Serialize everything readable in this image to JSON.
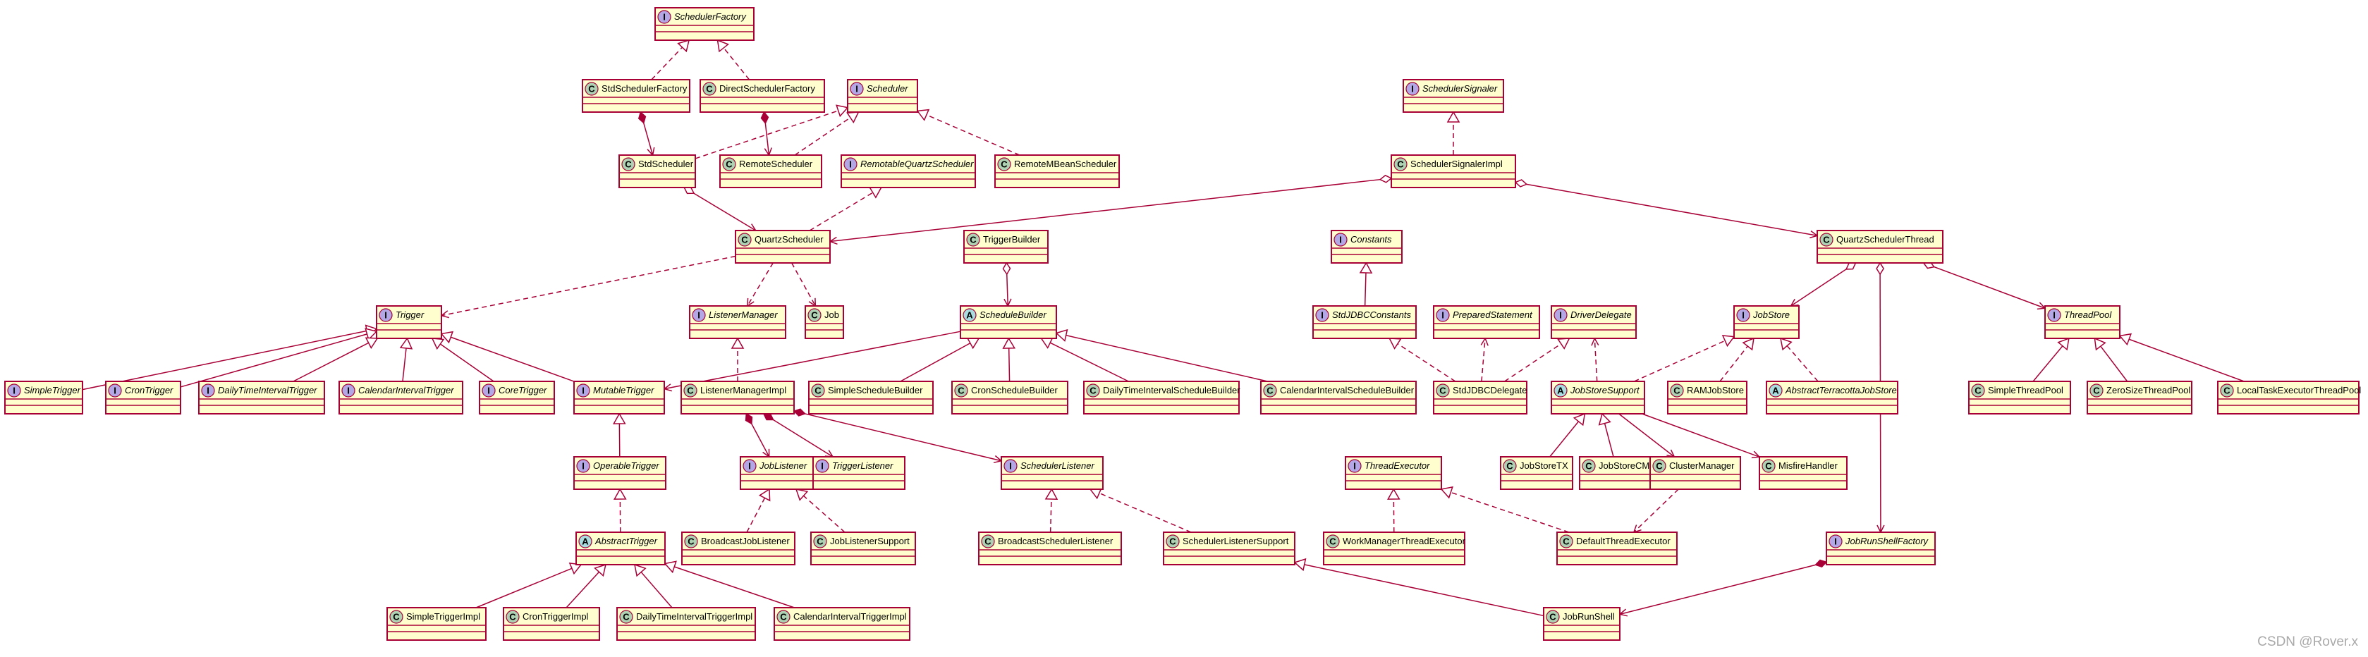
{
  "watermark": "CSDN @Rover.x",
  "colors": {
    "box_fill": "#FEFECE",
    "border": "#A80036",
    "class_circle": "#ADD1B2",
    "interface_circle": "#B4A7E5",
    "abstract_circle": "#A9DCDF"
  },
  "nodes": [
    {
      "id": "SchedulerFactory",
      "label": "SchedulerFactory",
      "kind": "I"
    },
    {
      "id": "StdSchedulerFactory",
      "label": "StdSchedulerFactory",
      "kind": "C"
    },
    {
      "id": "DirectSchedulerFactory",
      "label": "DirectSchedulerFactory",
      "kind": "C"
    },
    {
      "id": "Scheduler",
      "label": "Scheduler",
      "kind": "I"
    },
    {
      "id": "StdScheduler",
      "label": "StdScheduler",
      "kind": "C"
    },
    {
      "id": "RemoteScheduler",
      "label": "RemoteScheduler",
      "kind": "C"
    },
    {
      "id": "RemotableQuartzScheduler",
      "label": "RemotableQuartzScheduler",
      "kind": "I"
    },
    {
      "id": "RemoteMBeanScheduler",
      "label": "RemoteMBeanScheduler",
      "kind": "C"
    },
    {
      "id": "SchedulerSignaler",
      "label": "SchedulerSignaler",
      "kind": "I"
    },
    {
      "id": "SchedulerSignalerImpl",
      "label": "SchedulerSignalerImpl",
      "kind": "C"
    },
    {
      "id": "QuartzScheduler",
      "label": "QuartzScheduler",
      "kind": "C"
    },
    {
      "id": "TriggerBuilder",
      "label": "TriggerBuilder",
      "kind": "C"
    },
    {
      "id": "QuartzSchedulerThread",
      "label": "QuartzSchedulerThread",
      "kind": "C"
    },
    {
      "id": "Constants",
      "label": "Constants",
      "kind": "I"
    },
    {
      "id": "Trigger",
      "label": "Trigger",
      "kind": "I"
    },
    {
      "id": "ListenerManager",
      "label": "ListenerManager",
      "kind": "I"
    },
    {
      "id": "Job",
      "label": "Job",
      "kind": "C"
    },
    {
      "id": "ScheduleBuilder",
      "label": "ScheduleBuilder",
      "kind": "A"
    },
    {
      "id": "StdJDBCConstants",
      "label": "StdJDBCConstants",
      "kind": "I"
    },
    {
      "id": "PreparedStatement",
      "label": "PreparedStatement",
      "kind": "I"
    },
    {
      "id": "DriverDelegate",
      "label": "DriverDelegate",
      "kind": "I"
    },
    {
      "id": "JobStore",
      "label": "JobStore",
      "kind": "I"
    },
    {
      "id": "ThreadPool",
      "label": "ThreadPool",
      "kind": "I"
    },
    {
      "id": "SimpleTrigger",
      "label": "SimpleTrigger",
      "kind": "I"
    },
    {
      "id": "CronTrigger",
      "label": "CronTrigger",
      "kind": "I"
    },
    {
      "id": "DailyTimeIntervalTrigger",
      "label": "DailyTimeIntervalTrigger",
      "kind": "I"
    },
    {
      "id": "CalendarIntervalTrigger",
      "label": "CalendarIntervalTrigger",
      "kind": "I"
    },
    {
      "id": "CoreTrigger",
      "label": "CoreTrigger",
      "kind": "I"
    },
    {
      "id": "MutableTrigger",
      "label": "MutableTrigger",
      "kind": "I"
    },
    {
      "id": "ListenerManagerImpl",
      "label": "ListenerManagerImpl",
      "kind": "C"
    },
    {
      "id": "SimpleScheduleBuilder",
      "label": "SimpleScheduleBuilder",
      "kind": "C"
    },
    {
      "id": "CronScheduleBuilder",
      "label": "CronScheduleBuilder",
      "kind": "C"
    },
    {
      "id": "DailyTimeIntervalScheduleBuilder",
      "label": "DailyTimeIntervalScheduleBuilder",
      "kind": "C"
    },
    {
      "id": "CalendarIntervalScheduleBuilder",
      "label": "CalendarIntervalScheduleBuilder",
      "kind": "C"
    },
    {
      "id": "StdJDBCDelegate",
      "label": "StdJDBCDelegate",
      "kind": "C"
    },
    {
      "id": "JobStoreSupport",
      "label": "JobStoreSupport",
      "kind": "A"
    },
    {
      "id": "RAMJobStore",
      "label": "RAMJobStore",
      "kind": "C"
    },
    {
      "id": "AbstractTerracottaJobStore",
      "label": "AbstractTerracottaJobStore",
      "kind": "A"
    },
    {
      "id": "SimpleThreadPool",
      "label": "SimpleThreadPool",
      "kind": "C"
    },
    {
      "id": "ZeroSizeThreadPool",
      "label": "ZeroSizeThreadPool",
      "kind": "C"
    },
    {
      "id": "LocalTaskExecutorThreadPool",
      "label": "LocalTaskExecutorThreadPool",
      "kind": "C"
    },
    {
      "id": "OperableTrigger",
      "label": "OperableTrigger",
      "kind": "I"
    },
    {
      "id": "JobListener",
      "label": "JobListener",
      "kind": "I"
    },
    {
      "id": "TriggerListener",
      "label": "TriggerListener",
      "kind": "I"
    },
    {
      "id": "SchedulerListener",
      "label": "SchedulerListener",
      "kind": "I"
    },
    {
      "id": "ThreadExecutor",
      "label": "ThreadExecutor",
      "kind": "I"
    },
    {
      "id": "JobStoreTX",
      "label": "JobStoreTX",
      "kind": "C"
    },
    {
      "id": "JobStoreCMT",
      "label": "JobStoreCMT",
      "kind": "C"
    },
    {
      "id": "ClusterManager",
      "label": "ClusterManager",
      "kind": "C"
    },
    {
      "id": "MisfireHandler",
      "label": "MisfireHandler",
      "kind": "C"
    },
    {
      "id": "AbstractTrigger",
      "label": "AbstractTrigger",
      "kind": "A"
    },
    {
      "id": "BroadcastJobListener",
      "label": "BroadcastJobListener",
      "kind": "C"
    },
    {
      "id": "JobListenerSupport",
      "label": "JobListenerSupport",
      "kind": "C"
    },
    {
      "id": "BroadcastSchedulerListener",
      "label": "BroadcastSchedulerListener",
      "kind": "C"
    },
    {
      "id": "SchedulerListenerSupport",
      "label": "SchedulerListenerSupport",
      "kind": "C"
    },
    {
      "id": "WorkManagerThreadExecutor",
      "label": "WorkManagerThreadExecutor",
      "kind": "C"
    },
    {
      "id": "DefaultThreadExecutor",
      "label": "DefaultThreadExecutor",
      "kind": "C"
    },
    {
      "id": "JobRunShellFactory",
      "label": "JobRunShellFactory",
      "kind": "I"
    },
    {
      "id": "SimpleTriggerImpl",
      "label": "SimpleTriggerImpl",
      "kind": "C"
    },
    {
      "id": "CronTriggerImpl",
      "label": "CronTriggerImpl",
      "kind": "C"
    },
    {
      "id": "DailyTimeIntervalTriggerImpl",
      "label": "DailyTimeIntervalTriggerImpl",
      "kind": "C"
    },
    {
      "id": "CalendarIntervalTriggerImpl",
      "label": "CalendarIntervalTriggerImpl",
      "kind": "C"
    },
    {
      "id": "JobRunShell",
      "label": "JobRunShell",
      "kind": "C"
    }
  ],
  "edges": [
    {
      "from": "StdSchedulerFactory",
      "to": "SchedulerFactory",
      "type": "realization"
    },
    {
      "from": "DirectSchedulerFactory",
      "to": "SchedulerFactory",
      "type": "realization"
    },
    {
      "from": "StdScheduler",
      "to": "Scheduler",
      "type": "realization"
    },
    {
      "from": "RemoteScheduler",
      "to": "Scheduler",
      "type": "realization"
    },
    {
      "from": "RemoteMBeanScheduler",
      "to": "Scheduler",
      "type": "realization"
    },
    {
      "from": "SchedulerSignalerImpl",
      "to": "SchedulerSignaler",
      "type": "realization"
    },
    {
      "from": "StdSchedulerFactory",
      "to": "StdScheduler",
      "type": "composition"
    },
    {
      "from": "DirectSchedulerFactory",
      "to": "RemoteScheduler",
      "type": "composition"
    },
    {
      "from": "StdScheduler",
      "to": "QuartzScheduler",
      "type": "aggregation"
    },
    {
      "from": "QuartzScheduler",
      "to": "RemotableQuartzScheduler",
      "type": "realization"
    },
    {
      "from": "SchedulerSignalerImpl",
      "to": "QuartzScheduler",
      "type": "aggregation"
    },
    {
      "from": "SchedulerSignalerImpl",
      "to": "QuartzSchedulerThread",
      "type": "aggregation"
    },
    {
      "from": "QuartzScheduler",
      "to": "Trigger",
      "type": "dependency"
    },
    {
      "from": "QuartzScheduler",
      "to": "ListenerManager",
      "type": "dependency"
    },
    {
      "from": "QuartzScheduler",
      "to": "Job",
      "type": "dependency"
    },
    {
      "from": "TriggerBuilder",
      "to": "ScheduleBuilder",
      "type": "aggregation"
    },
    {
      "from": "StdJDBCConstants",
      "to": "Constants",
      "type": "generalization"
    },
    {
      "from": "StdJDBCDelegate",
      "to": "StdJDBCConstants",
      "type": "realization"
    },
    {
      "from": "StdJDBCDelegate",
      "to": "PreparedStatement",
      "type": "dependency"
    },
    {
      "from": "StdJDBCDelegate",
      "to": "DriverDelegate",
      "type": "realization"
    },
    {
      "from": "JobStoreSupport",
      "to": "DriverDelegate",
      "type": "dependency"
    },
    {
      "from": "JobStoreSupport",
      "to": "JobStore",
      "type": "realization"
    },
    {
      "from": "RAMJobStore",
      "to": "JobStore",
      "type": "realization"
    },
    {
      "from": "AbstractTerracottaJobStore",
      "to": "JobStore",
      "type": "realization"
    },
    {
      "from": "QuartzSchedulerThread",
      "to": "JobStore",
      "type": "aggregation"
    },
    {
      "from": "QuartzSchedulerThread",
      "to": "ThreadPool",
      "type": "aggregation"
    },
    {
      "from": "QuartzSchedulerThread",
      "to": "JobRunShellFactory",
      "type": "aggregation"
    },
    {
      "from": "SimpleThreadPool",
      "to": "ThreadPool",
      "type": "generalization"
    },
    {
      "from": "ZeroSizeThreadPool",
      "to": "ThreadPool",
      "type": "generalization"
    },
    {
      "from": "LocalTaskExecutorThreadPool",
      "to": "ThreadPool",
      "type": "generalization"
    },
    {
      "from": "SimpleTrigger",
      "to": "Trigger",
      "type": "generalization"
    },
    {
      "from": "CronTrigger",
      "to": "Trigger",
      "type": "generalization"
    },
    {
      "from": "DailyTimeIntervalTrigger",
      "to": "Trigger",
      "type": "generalization"
    },
    {
      "from": "CalendarIntervalTrigger",
      "to": "Trigger",
      "type": "generalization"
    },
    {
      "from": "CoreTrigger",
      "to": "Trigger",
      "type": "generalization"
    },
    {
      "from": "MutableTrigger",
      "to": "Trigger",
      "type": "generalization"
    },
    {
      "from": "ListenerManagerImpl",
      "to": "ListenerManager",
      "type": "realization"
    },
    {
      "from": "ScheduleBuilder",
      "to": "MutableTrigger",
      "type": "association"
    },
    {
      "from": "SimpleScheduleBuilder",
      "to": "ScheduleBuilder",
      "type": "generalization"
    },
    {
      "from": "CronScheduleBuilder",
      "to": "ScheduleBuilder",
      "type": "generalization"
    },
    {
      "from": "DailyTimeIntervalScheduleBuilder",
      "to": "ScheduleBuilder",
      "type": "generalization"
    },
    {
      "from": "CalendarIntervalScheduleBuilder",
      "to": "ScheduleBuilder",
      "type": "generalization"
    },
    {
      "from": "OperableTrigger",
      "to": "MutableTrigger",
      "type": "generalization"
    },
    {
      "from": "AbstractTrigger",
      "to": "OperableTrigger",
      "type": "realization"
    },
    {
      "from": "ListenerManagerImpl",
      "to": "JobListener",
      "type": "composition"
    },
    {
      "from": "ListenerManagerImpl",
      "to": "TriggerListener",
      "type": "composition"
    },
    {
      "from": "ListenerManagerImpl",
      "to": "SchedulerListener",
      "type": "composition"
    },
    {
      "from": "BroadcastJobListener",
      "to": "JobListener",
      "type": "realization"
    },
    {
      "from": "JobListenerSupport",
      "to": "JobListener",
      "type": "realization"
    },
    {
      "from": "BroadcastSchedulerListener",
      "to": "SchedulerListener",
      "type": "realization"
    },
    {
      "from": "SchedulerListenerSupport",
      "to": "SchedulerListener",
      "type": "realization"
    },
    {
      "from": "JobStoreTX",
      "to": "JobStoreSupport",
      "type": "generalization"
    },
    {
      "from": "JobStoreCMT",
      "to": "JobStoreSupport",
      "type": "generalization"
    },
    {
      "from": "JobStoreSupport",
      "to": "ClusterManager",
      "type": "association"
    },
    {
      "from": "JobStoreSupport",
      "to": "MisfireHandler",
      "type": "association"
    },
    {
      "from": "ClusterManager",
      "to": "DefaultThreadExecutor",
      "type": "dependency"
    },
    {
      "from": "WorkManagerThreadExecutor",
      "to": "ThreadExecutor",
      "type": "realization"
    },
    {
      "from": "DefaultThreadExecutor",
      "to": "ThreadExecutor",
      "type": "realization"
    },
    {
      "from": "SimpleTriggerImpl",
      "to": "AbstractTrigger",
      "type": "generalization"
    },
    {
      "from": "CronTriggerImpl",
      "to": "AbstractTrigger",
      "type": "generalization"
    },
    {
      "from": "DailyTimeIntervalTriggerImpl",
      "to": "AbstractTrigger",
      "type": "generalization"
    },
    {
      "from": "CalendarIntervalTriggerImpl",
      "to": "AbstractTrigger",
      "type": "generalization"
    },
    {
      "from": "JobRunShell",
      "to": "SchedulerListenerSupport",
      "type": "generalization"
    },
    {
      "from": "JobRunShellFactory",
      "to": "JobRunShell",
      "type": "composition"
    }
  ]
}
